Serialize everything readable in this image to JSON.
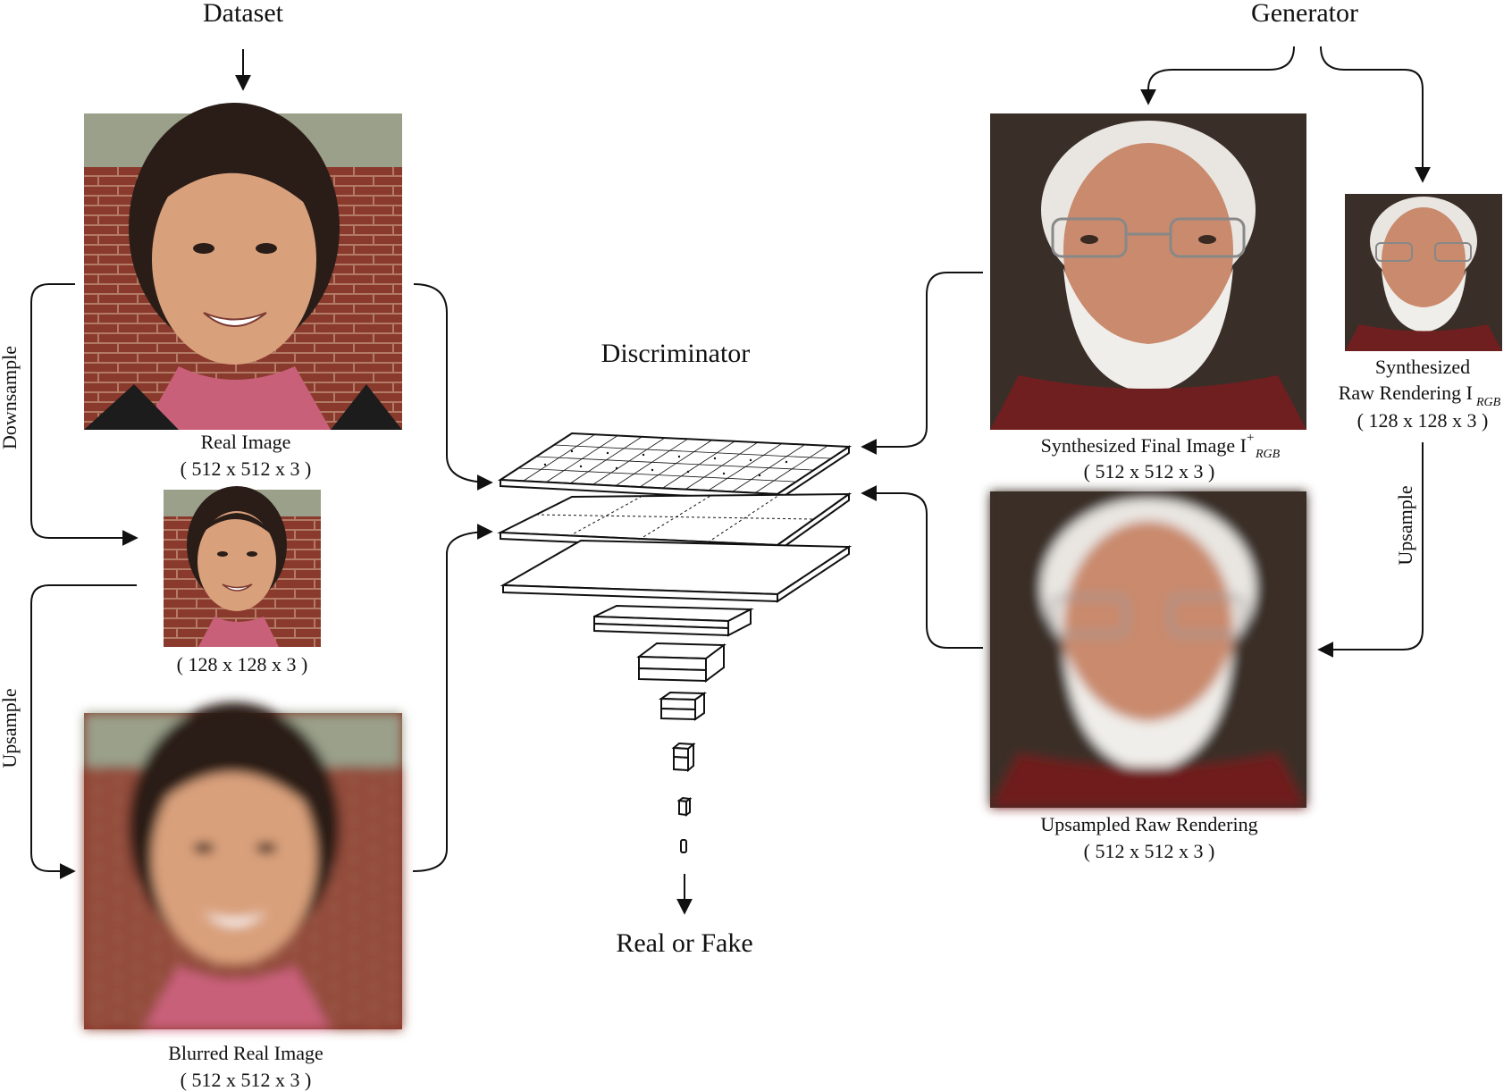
{
  "headers": {
    "dataset": "Dataset",
    "generator": "Generator",
    "discriminator": "Discriminator",
    "output": "Real or Fake"
  },
  "left": {
    "real_image": {
      "title": "Real Image",
      "size": "( 512 x 512 x 3 )"
    },
    "small_image": {
      "size": "( 128 x 128 x 3 )"
    },
    "blurred_image": {
      "title": "Blurred Real Image",
      "size": "( 512 x 512 x 3 )"
    },
    "downsample_label": "Downsample",
    "upsample_label": "Upsample"
  },
  "right": {
    "final_image": {
      "title": "Synthesized Final Image I",
      "sup": "+",
      "sub": "RGB",
      "size": "( 512 x 512 x 3 )"
    },
    "raw_small": {
      "title_line1": "Synthesized",
      "title_line2": "Raw Rendering I",
      "sub": "RGB",
      "size": "( 128 x 128 x 3 )"
    },
    "upsampled_raw": {
      "title": "Upsampled Raw Rendering",
      "size": "( 512 x 512 x 3 )"
    },
    "upsample_label": "Upsample"
  },
  "colors": {
    "brick": "#8a3a2c",
    "skin_woman": "#d9a07c",
    "hair_dark": "#2a1d18",
    "scarf_pink": "#c9607a",
    "skin_man": "#c98a6d",
    "hair_white": "#e9e6e2",
    "shirt_maroon": "#6f1f1f",
    "bg_dark": "#3a2e28"
  }
}
